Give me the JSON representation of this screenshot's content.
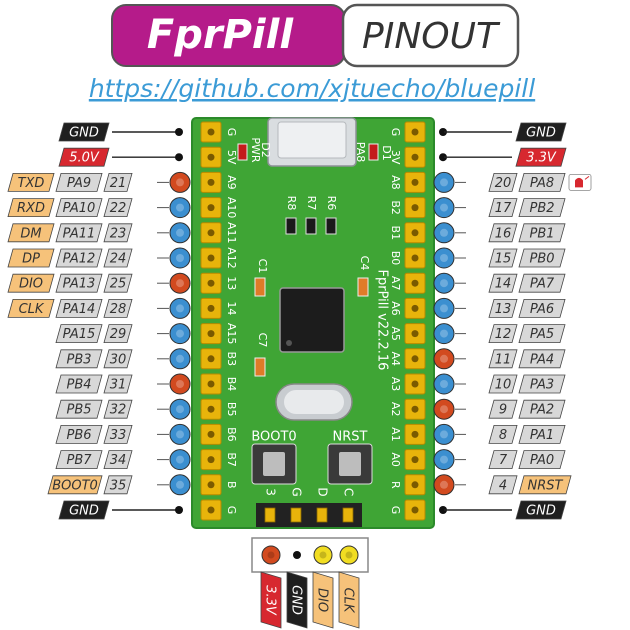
{
  "header": {
    "brand": "FprPill",
    "badge": "PINOUT",
    "url": "https://github.com/xjtuecho/bluepill"
  },
  "colors": {
    "brand_bg": "#b51b8a",
    "board": "#3fa535",
    "board_edge": "#2b8a2a",
    "pad": "#e8b40b",
    "red_dot": "#d24a1f",
    "blue_dot": "#3b8fd0",
    "yellow_dot": "#f1dd22",
    "gnd_box": "#1f1f1f",
    "power_box": "#d7282f",
    "func_box": "#f6c27a",
    "pin_box": "#d8d8d8"
  },
  "left_pins": [
    {
      "func": "",
      "port": "GND",
      "num": "",
      "dot": "black",
      "kind": "gnd",
      "silk": "G"
    },
    {
      "func": "",
      "port": "5.0V",
      "num": "",
      "dot": "black",
      "kind": "power",
      "silk": "5V"
    },
    {
      "func": "TXD",
      "port": "PA9",
      "num": "21",
      "dot": "red",
      "kind": "io",
      "silk": "A9"
    },
    {
      "func": "RXD",
      "port": "PA10",
      "num": "22",
      "dot": "blue",
      "kind": "io",
      "silk": "A10"
    },
    {
      "func": "DM",
      "port": "PA11",
      "num": "23",
      "dot": "blue",
      "kind": "io",
      "silk": "A11"
    },
    {
      "func": "DP",
      "port": "PA12",
      "num": "24",
      "dot": "blue",
      "kind": "io",
      "silk": "A12"
    },
    {
      "func": "DIO",
      "port": "PA13",
      "num": "25",
      "dot": "red",
      "kind": "io",
      "silk": "13"
    },
    {
      "func": "CLK",
      "port": "PA14",
      "num": "28",
      "dot": "blue",
      "kind": "io",
      "silk": "14"
    },
    {
      "func": "",
      "port": "PA15",
      "num": "29",
      "dot": "blue",
      "kind": "io",
      "silk": "A15"
    },
    {
      "func": "",
      "port": "PB3",
      "num": "30",
      "dot": "blue",
      "kind": "io",
      "silk": "B3"
    },
    {
      "func": "",
      "port": "PB4",
      "num": "31",
      "dot": "red",
      "kind": "io",
      "silk": "B4"
    },
    {
      "func": "",
      "port": "PB5",
      "num": "32",
      "dot": "blue",
      "kind": "io",
      "silk": "B5"
    },
    {
      "func": "",
      "port": "PB6",
      "num": "33",
      "dot": "blue",
      "kind": "io",
      "silk": "B6"
    },
    {
      "func": "",
      "port": "PB7",
      "num": "34",
      "dot": "blue",
      "kind": "io",
      "silk": "B7"
    },
    {
      "func": "",
      "port": "BOOT0",
      "num": "35",
      "dot": "blue",
      "kind": "func",
      "silk": "B"
    },
    {
      "func": "",
      "port": "GND",
      "num": "",
      "dot": "black",
      "kind": "gnd",
      "silk": "G"
    }
  ],
  "right_pins": [
    {
      "port": "GND",
      "num": "",
      "dot": "black",
      "kind": "gnd",
      "silk": "G"
    },
    {
      "port": "3.3V",
      "num": "",
      "dot": "black",
      "kind": "power",
      "silk": "3V"
    },
    {
      "port": "PA8",
      "num": "20",
      "dot": "blue",
      "kind": "io",
      "silk": "A8",
      "led": true
    },
    {
      "port": "PB2",
      "num": "17",
      "dot": "blue",
      "kind": "io",
      "silk": "B2"
    },
    {
      "port": "PB1",
      "num": "16",
      "dot": "blue",
      "kind": "io",
      "silk": "B1"
    },
    {
      "port": "PB0",
      "num": "15",
      "dot": "blue",
      "kind": "io",
      "silk": "B0"
    },
    {
      "port": "PA7",
      "num": "14",
      "dot": "blue",
      "kind": "io",
      "silk": "A7"
    },
    {
      "port": "PA6",
      "num": "13",
      "dot": "blue",
      "kind": "io",
      "silk": "A6"
    },
    {
      "port": "PA5",
      "num": "12",
      "dot": "blue",
      "kind": "io",
      "silk": "A5"
    },
    {
      "port": "PA4",
      "num": "11",
      "dot": "red",
      "kind": "io",
      "silk": "A4"
    },
    {
      "port": "PA3",
      "num": "10",
      "dot": "blue",
      "kind": "io",
      "silk": "A3"
    },
    {
      "port": "PA2",
      "num": "9",
      "dot": "red",
      "kind": "io",
      "silk": "A2"
    },
    {
      "port": "PA1",
      "num": "8",
      "dot": "blue",
      "kind": "io",
      "silk": "A1"
    },
    {
      "port": "PA0",
      "num": "7",
      "dot": "blue",
      "kind": "io",
      "silk": "A0"
    },
    {
      "port": "NRST",
      "num": "4",
      "dot": "red",
      "kind": "func",
      "silk": "R"
    },
    {
      "port": "GND",
      "num": "",
      "dot": "black",
      "kind": "gnd",
      "silk": "G"
    }
  ],
  "board": {
    "label_pwr": "PWR",
    "label_d2": "D2",
    "label_pa8": "PA8",
    "label_d1": "D1",
    "label_r8": "R8",
    "label_r7": "R7",
    "label_r6": "R6",
    "label_c1": "C1",
    "label_c4": "C4",
    "label_c7": "C7",
    "label_boot0": "BOOT0",
    "label_nrst": "NRST",
    "vertical_text": "FprPill v22.2.16",
    "swd_silk": [
      "3",
      "G",
      "D",
      "C"
    ]
  },
  "swd": {
    "dots": [
      "red",
      "black",
      "yellow",
      "yellow"
    ],
    "labels": [
      {
        "text": "3.3V",
        "kind": "power"
      },
      {
        "text": "GND",
        "kind": "gnd"
      },
      {
        "text": "DIO",
        "kind": "func"
      },
      {
        "text": "CLK",
        "kind": "func"
      }
    ]
  }
}
